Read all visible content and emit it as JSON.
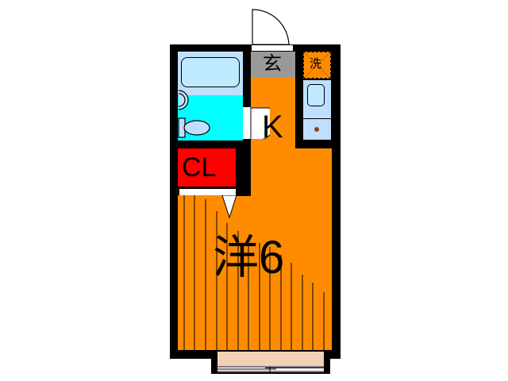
{
  "floorplan": {
    "rooms": {
      "entrance": {
        "label": "玄",
        "color": "#999999"
      },
      "laundry": {
        "label": "洗",
        "color": "#ff8c00"
      },
      "kitchen": {
        "label": "K",
        "color": "#ff8c00"
      },
      "closet": {
        "label": "CL",
        "color": "#ff0000"
      },
      "western_room": {
        "label": "洋6",
        "color": "#ff8c00"
      },
      "bath": {
        "color": "#bfdfff"
      },
      "toilet": {
        "color": "#00ffff"
      },
      "balcony": {
        "color": "#f2d2b4"
      }
    },
    "colors": {
      "wall": "#000000",
      "fixture": "#bfe9ff",
      "stove_knob": "#8b4513"
    }
  }
}
